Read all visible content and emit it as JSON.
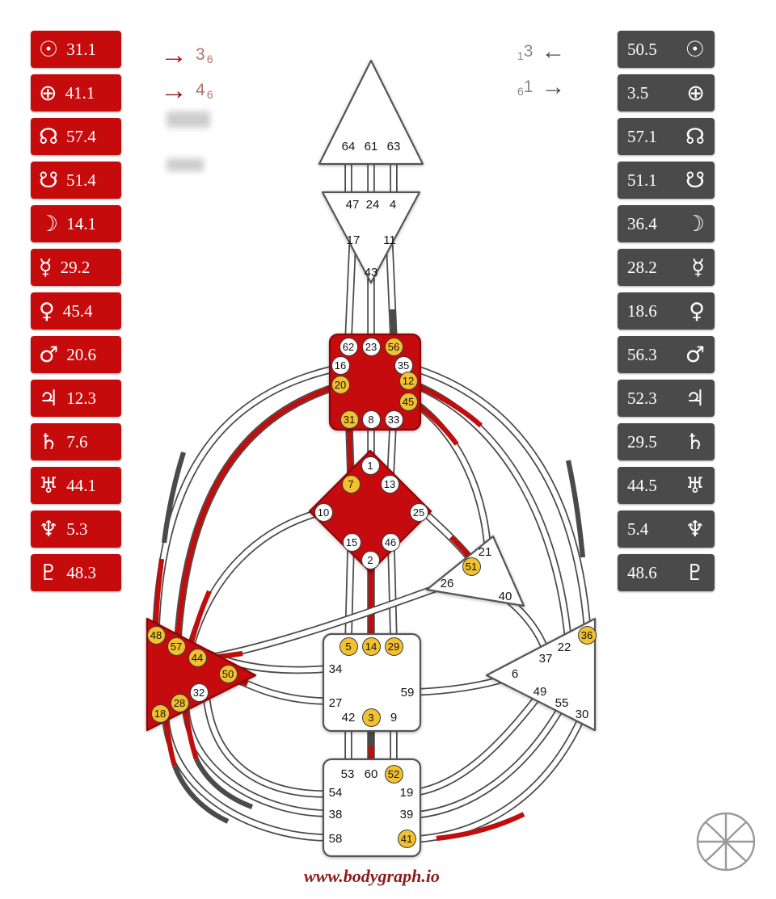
{
  "app": {
    "footer_url": "www.bodygraph.io"
  },
  "colors": {
    "design_red": "#c60b0d",
    "personality_dark": "#4a4a4a",
    "gate_active_yellow": "#f3c02f",
    "center_red": "#c50b0e",
    "footer_text": "#8a1c1c"
  },
  "design_panel": {
    "rows": [
      {
        "planet": "sun",
        "glyph": "☉",
        "value": "31.1"
      },
      {
        "planet": "earth",
        "glyph": "⊕",
        "value": "41.1"
      },
      {
        "planet": "north-node",
        "glyph": "☊",
        "value": "57.4"
      },
      {
        "planet": "south-node",
        "glyph": "☋",
        "value": "51.4"
      },
      {
        "planet": "moon",
        "glyph": "☽",
        "value": "14.1"
      },
      {
        "planet": "mercury",
        "glyph": "☿",
        "value": "29.2"
      },
      {
        "planet": "venus",
        "glyph": "♀",
        "value": "45.4"
      },
      {
        "planet": "mars",
        "glyph": "♂",
        "value": "20.6"
      },
      {
        "planet": "jupiter",
        "glyph": "♃",
        "value": "12.3"
      },
      {
        "planet": "saturn",
        "glyph": "♄",
        "value": "7.6"
      },
      {
        "planet": "uranus",
        "glyph": "♅",
        "value": "44.1"
      },
      {
        "planet": "neptune",
        "glyph": "♆",
        "value": "5.3"
      },
      {
        "planet": "pluto",
        "glyph": "♇",
        "value": "48.3"
      }
    ]
  },
  "personality_panel": {
    "rows": [
      {
        "planet": "sun",
        "glyph": "☉",
        "value": "50.5"
      },
      {
        "planet": "earth",
        "glyph": "⊕",
        "value": "3.5"
      },
      {
        "planet": "north-node",
        "glyph": "☊",
        "value": "57.1"
      },
      {
        "planet": "south-node",
        "glyph": "☋",
        "value": "51.1"
      },
      {
        "planet": "moon",
        "glyph": "☽",
        "value": "36.4"
      },
      {
        "planet": "mercury",
        "glyph": "☿",
        "value": "28.2"
      },
      {
        "planet": "venus",
        "glyph": "♀",
        "value": "18.6"
      },
      {
        "planet": "mars",
        "glyph": "♂",
        "value": "56.3"
      },
      {
        "planet": "jupiter",
        "glyph": "♃",
        "value": "52.3"
      },
      {
        "planet": "saturn",
        "glyph": "♄",
        "value": "29.5"
      },
      {
        "planet": "uranus",
        "glyph": "♅",
        "value": "44.5"
      },
      {
        "planet": "neptune",
        "glyph": "♆",
        "value": "5.4"
      },
      {
        "planet": "pluto",
        "glyph": "♇",
        "value": "48.6"
      }
    ]
  },
  "variables": {
    "design": [
      {
        "arrow": "→",
        "big": "3",
        "small": "6"
      },
      {
        "arrow": "→",
        "big": "4",
        "small": "6"
      }
    ],
    "personality": [
      {
        "small": "1",
        "big": "3",
        "arrow": "←"
      },
      {
        "small": "6",
        "big": "1",
        "arrow": "→"
      }
    ]
  },
  "bodygraph": {
    "centers": [
      {
        "name": "head",
        "defined": false
      },
      {
        "name": "ajna",
        "defined": false
      },
      {
        "name": "throat",
        "defined": true
      },
      {
        "name": "g-center",
        "defined": true
      },
      {
        "name": "heart",
        "defined": false
      },
      {
        "name": "spleen",
        "defined": true
      },
      {
        "name": "sacral",
        "defined": false
      },
      {
        "name": "solar-plexus",
        "defined": false
      },
      {
        "name": "root",
        "defined": false
      }
    ],
    "gates": [
      {
        "num": "64",
        "cls": "g-plain"
      },
      {
        "num": "61",
        "cls": "g-plain"
      },
      {
        "num": "63",
        "cls": "g-plain"
      },
      {
        "num": "47",
        "cls": "g-plain"
      },
      {
        "num": "24",
        "cls": "g-plain"
      },
      {
        "num": "4",
        "cls": "g-plain"
      },
      {
        "num": "17",
        "cls": "g-plain"
      },
      {
        "num": "11",
        "cls": "g-plain"
      },
      {
        "num": "43",
        "cls": "g-plain"
      },
      {
        "num": "62",
        "cls": "g-open"
      },
      {
        "num": "23",
        "cls": "g-open"
      },
      {
        "num": "56",
        "cls": "g-active"
      },
      {
        "num": "16",
        "cls": "g-open"
      },
      {
        "num": "35",
        "cls": "g-open"
      },
      {
        "num": "20",
        "cls": "g-active"
      },
      {
        "num": "12",
        "cls": "g-active"
      },
      {
        "num": "45",
        "cls": "g-active"
      },
      {
        "num": "31",
        "cls": "g-active"
      },
      {
        "num": "8",
        "cls": "g-open"
      },
      {
        "num": "33",
        "cls": "g-open"
      },
      {
        "num": "1",
        "cls": "g-open"
      },
      {
        "num": "7",
        "cls": "g-active"
      },
      {
        "num": "13",
        "cls": "g-open"
      },
      {
        "num": "10",
        "cls": "g-open"
      },
      {
        "num": "25",
        "cls": "g-open"
      },
      {
        "num": "15",
        "cls": "g-open"
      },
      {
        "num": "46",
        "cls": "g-open"
      },
      {
        "num": "2",
        "cls": "g-open"
      },
      {
        "num": "21",
        "cls": "g-plain"
      },
      {
        "num": "51",
        "cls": "g-active"
      },
      {
        "num": "26",
        "cls": "g-plain"
      },
      {
        "num": "40",
        "cls": "g-plain"
      },
      {
        "num": "48",
        "cls": "g-active"
      },
      {
        "num": "57",
        "cls": "g-active"
      },
      {
        "num": "44",
        "cls": "g-active"
      },
      {
        "num": "50",
        "cls": "g-active"
      },
      {
        "num": "32",
        "cls": "g-open"
      },
      {
        "num": "28",
        "cls": "g-active"
      },
      {
        "num": "18",
        "cls": "g-active"
      },
      {
        "num": "5",
        "cls": "g-active"
      },
      {
        "num": "14",
        "cls": "g-active"
      },
      {
        "num": "29",
        "cls": "g-active"
      },
      {
        "num": "34",
        "cls": "g-plain"
      },
      {
        "num": "27",
        "cls": "g-plain"
      },
      {
        "num": "59",
        "cls": "g-plain"
      },
      {
        "num": "42",
        "cls": "g-plain"
      },
      {
        "num": "3",
        "cls": "g-active"
      },
      {
        "num": "9",
        "cls": "g-plain"
      },
      {
        "num": "36",
        "cls": "g-active"
      },
      {
        "num": "22",
        "cls": "g-plain"
      },
      {
        "num": "37",
        "cls": "g-plain"
      },
      {
        "num": "6",
        "cls": "g-plain"
      },
      {
        "num": "49",
        "cls": "g-plain"
      },
      {
        "num": "55",
        "cls": "g-plain"
      },
      {
        "num": "30",
        "cls": "g-plain"
      },
      {
        "num": "53",
        "cls": "g-plain"
      },
      {
        "num": "60",
        "cls": "g-plain"
      },
      {
        "num": "52",
        "cls": "g-active"
      },
      {
        "num": "54",
        "cls": "g-plain"
      },
      {
        "num": "19",
        "cls": "g-plain"
      },
      {
        "num": "38",
        "cls": "g-plain"
      },
      {
        "num": "39",
        "cls": "g-plain"
      },
      {
        "num": "58",
        "cls": "g-plain"
      },
      {
        "num": "41",
        "cls": "g-active"
      }
    ]
  }
}
